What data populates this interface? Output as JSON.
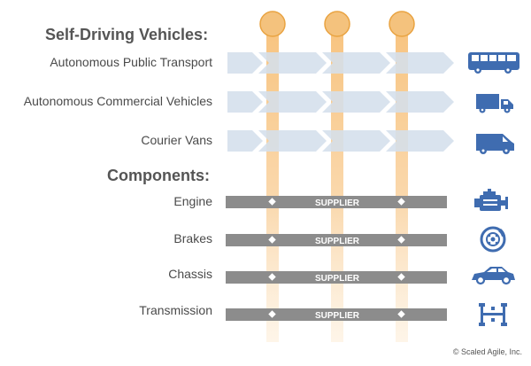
{
  "sections": {
    "vehicles_title": "Self-Driving Vehicles:",
    "components_title": "Components:"
  },
  "vehicles": [
    {
      "label": "Autonomous Public Transport",
      "icon": "bus-icon"
    },
    {
      "label": "Autonomous Commercial Vehicles",
      "icon": "truck-icon"
    },
    {
      "label": "Courier Vans",
      "icon": "van-icon"
    }
  ],
  "components": [
    {
      "label": "Engine",
      "bar_label": "SUPPLIER",
      "icon": "engine-icon"
    },
    {
      "label": "Brakes",
      "bar_label": "SUPPLIER",
      "icon": "brake-disc-icon"
    },
    {
      "label": "Chassis",
      "bar_label": "SUPPLIER",
      "icon": "car-chassis-icon"
    },
    {
      "label": "Transmission",
      "bar_label": "SUPPLIER",
      "icon": "transmission-icon"
    }
  ],
  "copyright": "© Scaled Agile, Inc.",
  "colors": {
    "pillar": "#f7c17a",
    "pillar_head": "#f4c27d",
    "pillar_head_stroke": "#e9a341",
    "chevron": "#d4dfec",
    "bar": "#8c8c8c",
    "icon": "#3f6cb0"
  }
}
